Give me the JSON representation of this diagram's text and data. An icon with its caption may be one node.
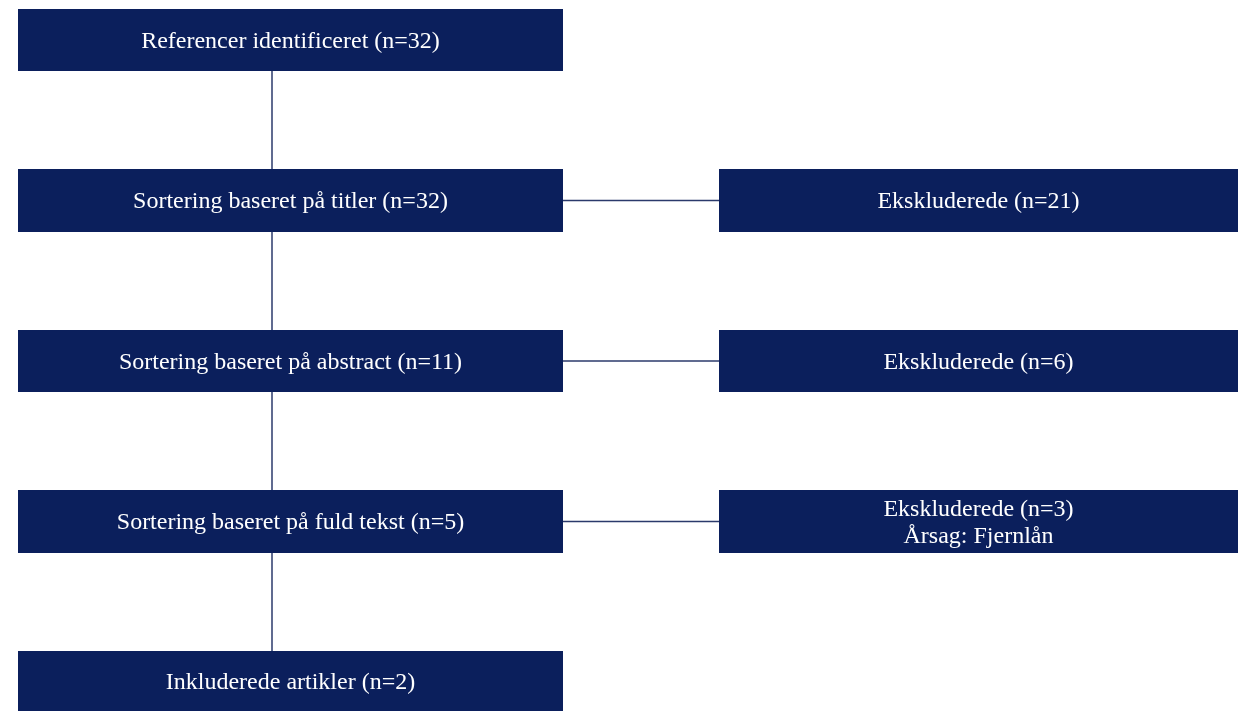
{
  "diagram": {
    "nodes": [
      {
        "text": [
          "Referencer identificeret (n=32)"
        ]
      },
      {
        "text": [
          "Sortering baseret på titler (n=32)"
        ]
      },
      {
        "text": [
          "Ekskluderede (n=21)"
        ]
      },
      {
        "text": [
          "Sortering baseret på abstract (n=11)"
        ]
      },
      {
        "text": [
          "Ekskluderede (n=6)"
        ]
      },
      {
        "text": [
          "Sortering baseret på fuld tekst (n=5)"
        ]
      },
      {
        "text": [
          "Ekskluderede (n=3)",
          "Årsag: Fjernlån"
        ]
      },
      {
        "text": [
          "Inkluderede artikler (n=2)"
        ]
      }
    ],
    "edges": [
      {
        "from": 0,
        "to": 1,
        "arrow": "none"
      },
      {
        "from": 1,
        "to": 2,
        "arrow": "none"
      },
      {
        "from": 1,
        "to": 3,
        "arrow": "none"
      },
      {
        "from": 3,
        "to": 4,
        "arrow": "none"
      },
      {
        "from": 3,
        "to": 5,
        "arrow": "none"
      },
      {
        "from": 5,
        "to": 6,
        "arrow": "none"
      },
      {
        "from": 5,
        "to": 7,
        "arrow": "none"
      }
    ]
  }
}
